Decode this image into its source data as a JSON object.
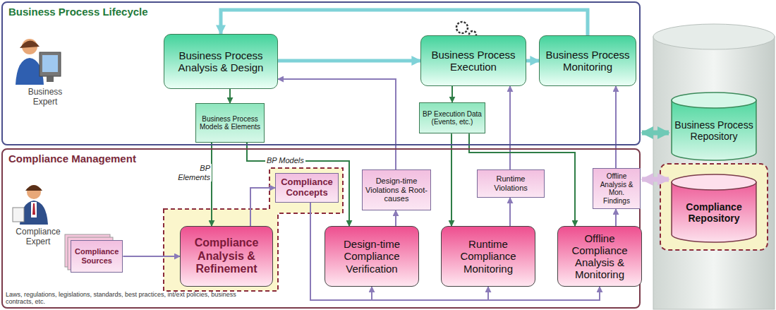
{
  "diagram": {
    "nodes": [
      {
        "text": [
          "Business Process Lifecycle"
        ]
      },
      {
        "text": [
          "Business Process Analysis & Design"
        ],
        "in": 0
      },
      {
        "text": [
          "Business Process Models & Elements"
        ],
        "in": 0
      },
      {
        "text": [
          "Business Process Execution"
        ],
        "in": 0
      },
      {
        "text": [
          "BP Execution Data (Events, etc.)"
        ],
        "in": 0
      },
      {
        "text": [
          "Business Process Monitoring"
        ],
        "in": 0
      },
      {
        "text": [
          "Compliance Management"
        ]
      },
      {
        "text": [
          "Compliance Concepts"
        ],
        "in": 6
      },
      {
        "text": [
          "Design-time Violations & Root-causes"
        ],
        "in": 6
      },
      {
        "text": [
          "Runtime Violations"
        ],
        "in": 6
      },
      {
        "text": [
          "Offline Analysis & Mon. Findings"
        ],
        "in": 6
      },
      {
        "text": [
          "Compliance Sources"
        ],
        "in": 6
      },
      {
        "text": [
          "Compliance Analysis & Refinement"
        ],
        "in": 6
      },
      {
        "text": [
          "Design-time Compliance Verification"
        ],
        "in": 6
      },
      {
        "text": [
          "Runtime Compliance Monitoring"
        ],
        "in": 6
      },
      {
        "text": [
          "Offline Compliance Analysis & Monitoring"
        ],
        "in": 6
      },
      {
        "text": [
          "Business Process Repository"
        ]
      },
      {
        "text": [
          "Compliance Repository"
        ]
      }
    ],
    "edges": [
      {
        "from": 1,
        "to": 3,
        "arrow": "to"
      },
      {
        "from": 3,
        "to": 5,
        "arrow": "to"
      },
      {
        "from": 5,
        "to": 1,
        "arrow": "to"
      },
      {
        "from": 1,
        "to": 2,
        "arrow": "to"
      },
      {
        "from": 3,
        "to": 4,
        "arrow": "to"
      },
      {
        "from": 2,
        "to": 12,
        "label": "BP Elements",
        "arrow": "to"
      },
      {
        "from": 2,
        "to": 13,
        "label": "BP Models",
        "arrow": "to"
      },
      {
        "from": 11,
        "to": 12,
        "arrow": "to"
      },
      {
        "from": 12,
        "to": 7,
        "arrow": "to"
      },
      {
        "from": 7,
        "to": 13,
        "arrow": "to"
      },
      {
        "from": 7,
        "to": 14,
        "arrow": "to"
      },
      {
        "from": 7,
        "to": 15,
        "arrow": "to"
      },
      {
        "from": 13,
        "to": 8,
        "arrow": "to"
      },
      {
        "from": 8,
        "to": 1,
        "arrow": "to"
      },
      {
        "from": 4,
        "to": 14,
        "arrow": "to"
      },
      {
        "from": 9,
        "to": 3,
        "arrow": "to"
      },
      {
        "from": 14,
        "to": 9,
        "arrow": "to"
      },
      {
        "from": 4,
        "to": 15,
        "arrow": "to"
      },
      {
        "from": 15,
        "to": 10,
        "arrow": "to"
      },
      {
        "from": 10,
        "to": 5,
        "arrow": "to"
      },
      {
        "from": 0,
        "to": 16,
        "arrow": "both"
      },
      {
        "from": 6,
        "to": 17,
        "arrow": "both"
      }
    ],
    "labels": [
      "Business Expert",
      "Compliance Expert",
      "Laws, regulations, legislations, standards, best practices, int/ext policies, business contracts, etc."
    ]
  }
}
